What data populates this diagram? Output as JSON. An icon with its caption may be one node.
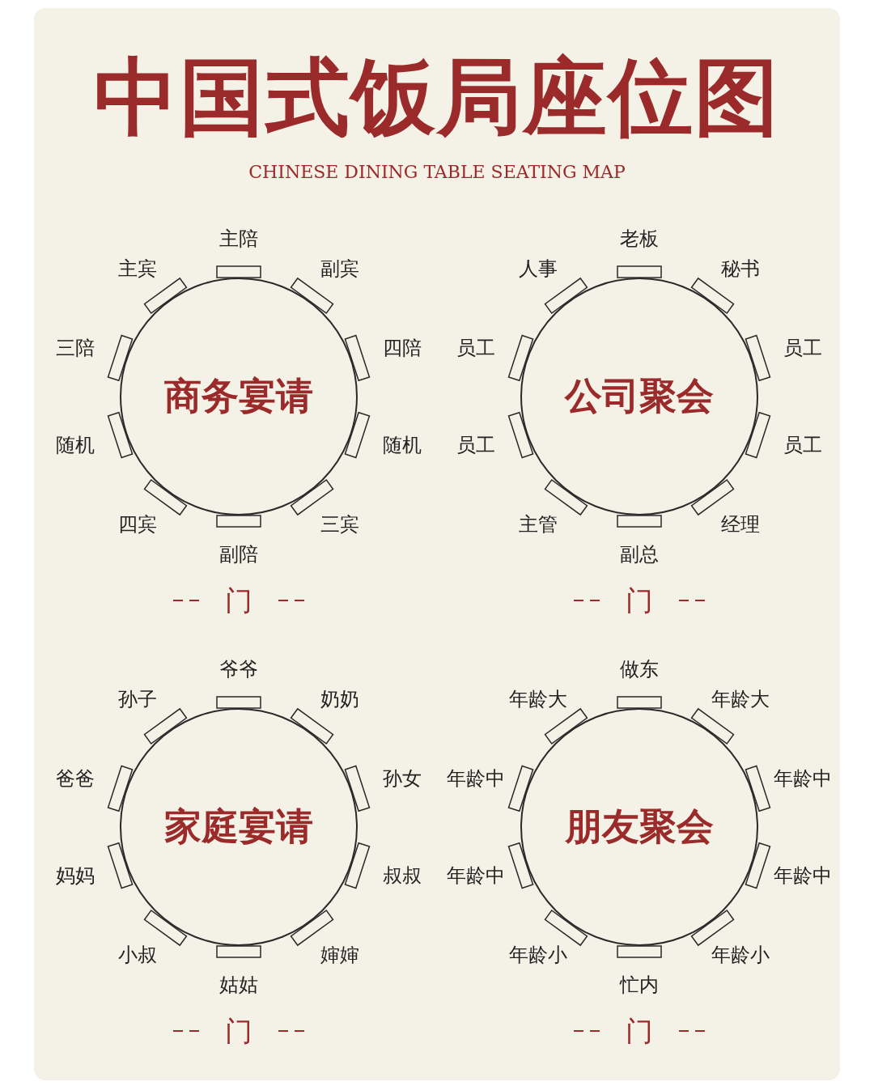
{
  "diagram": {
    "title": "中国式饭局座位图",
    "nodes": [
      {
        "text": [
          "商务宴请"
        ]
      },
      {
        "text": [
          "主陪"
        ]
      },
      {
        "text": [
          "主宾"
        ]
      },
      {
        "text": [
          "副宾"
        ]
      },
      {
        "text": [
          "三陪"
        ]
      },
      {
        "text": [
          "四陪"
        ]
      },
      {
        "text": [
          "随机"
        ]
      },
      {
        "text": [
          "随机"
        ]
      },
      {
        "text": [
          "四宾"
        ]
      },
      {
        "text": [
          "三宾"
        ]
      },
      {
        "text": [
          "副陪"
        ]
      },
      {
        "text": [
          "公司聚会"
        ]
      },
      {
        "text": [
          "老板"
        ]
      },
      {
        "text": [
          "人事"
        ]
      },
      {
        "text": [
          "秘书"
        ]
      },
      {
        "text": [
          "员工"
        ]
      },
      {
        "text": [
          "员工"
        ]
      },
      {
        "text": [
          "员工"
        ]
      },
      {
        "text": [
          "员工"
        ]
      },
      {
        "text": [
          "主管"
        ]
      },
      {
        "text": [
          "经理"
        ]
      },
      {
        "text": [
          "副总"
        ]
      },
      {
        "text": [
          "家庭宴请"
        ]
      },
      {
        "text": [
          "爷爷"
        ]
      },
      {
        "text": [
          "孙子"
        ]
      },
      {
        "text": [
          "奶奶"
        ]
      },
      {
        "text": [
          "爸爸"
        ]
      },
      {
        "text": [
          "孙女"
        ]
      },
      {
        "text": [
          "妈妈"
        ]
      },
      {
        "text": [
          "叔叔"
        ]
      },
      {
        "text": [
          "小叔"
        ]
      },
      {
        "text": [
          "婶婶"
        ]
      },
      {
        "text": [
          "姑姑"
        ]
      },
      {
        "text": [
          "朋友聚会"
        ]
      },
      {
        "text": [
          "做东"
        ]
      },
      {
        "text": [
          "年龄大"
        ]
      },
      {
        "text": [
          "年龄大"
        ]
      },
      {
        "text": [
          "年龄中"
        ]
      },
      {
        "text": [
          "年龄中"
        ]
      },
      {
        "text": [
          "年龄中"
        ]
      },
      {
        "text": [
          "年龄中"
        ]
      },
      {
        "text": [
          "年龄小"
        ]
      },
      {
        "text": [
          "年龄小"
        ]
      },
      {
        "text": [
          "忙内"
        ]
      }
    ],
    "labels": [
      "CHINESE DINING TABLE SEATING MAP",
      "门",
      "门",
      "门",
      "门"
    ]
  }
}
